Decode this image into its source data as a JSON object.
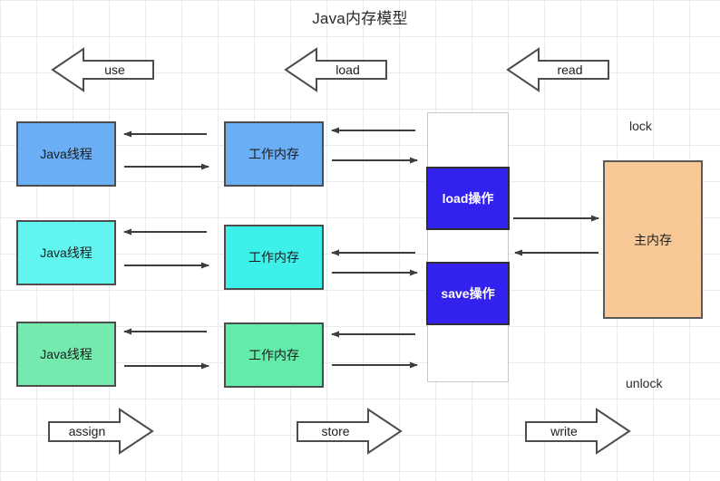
{
  "title": "Java内存模型",
  "colors": {
    "thread1": "#6aaef5",
    "thread2": "#62f5f0",
    "thread3": "#74eaaf",
    "worker1": "#6aaef5",
    "worker2": "#3ef0ea",
    "worker3": "#62eba9",
    "operation": "#3322ee",
    "main_memory": "#f8c996",
    "stroke": "#4d4d4d",
    "grid": "#e9eced"
  },
  "top_arrows": [
    {
      "label": "use",
      "direction": "left"
    },
    {
      "label": "load",
      "direction": "left"
    },
    {
      "label": "read",
      "direction": "left"
    }
  ],
  "bottom_arrows": [
    {
      "label": "assign",
      "direction": "right"
    },
    {
      "label": "store",
      "direction": "right"
    },
    {
      "label": "write",
      "direction": "right"
    }
  ],
  "threads": [
    {
      "label": "Java线程"
    },
    {
      "label": "Java线程"
    },
    {
      "label": "Java线程"
    }
  ],
  "working_memories": [
    {
      "label": "工作内存"
    },
    {
      "label": "工作内存"
    },
    {
      "label": "工作内存"
    }
  ],
  "operations": [
    {
      "label": "load操作"
    },
    {
      "label": "save操作"
    }
  ],
  "main_memory": {
    "label": "主内存"
  },
  "side_labels": {
    "lock": "lock",
    "unlock": "unlock"
  },
  "connectors": [
    {
      "from": "working-memory-1",
      "to": "thread-1",
      "direction": "left"
    },
    {
      "from": "thread-1",
      "to": "working-memory-1",
      "direction": "right"
    },
    {
      "from": "memory-column",
      "to": "working-memory-1",
      "direction": "left"
    },
    {
      "from": "working-memory-1",
      "to": "memory-column",
      "direction": "right"
    },
    {
      "from": "working-memory-2",
      "to": "thread-2",
      "direction": "left"
    },
    {
      "from": "thread-2",
      "to": "working-memory-2",
      "direction": "right"
    },
    {
      "from": "memory-column",
      "to": "working-memory-2",
      "direction": "left"
    },
    {
      "from": "working-memory-2",
      "to": "memory-column",
      "direction": "right"
    },
    {
      "from": "working-memory-3",
      "to": "thread-3",
      "direction": "left"
    },
    {
      "from": "thread-3",
      "to": "working-memory-3",
      "direction": "right"
    },
    {
      "from": "memory-column",
      "to": "working-memory-3",
      "direction": "left"
    },
    {
      "from": "working-memory-3",
      "to": "memory-column",
      "direction": "right"
    },
    {
      "from": "load-operation",
      "to": "main-memory",
      "direction": "right"
    },
    {
      "from": "main-memory",
      "to": "memory-column",
      "direction": "left"
    }
  ]
}
